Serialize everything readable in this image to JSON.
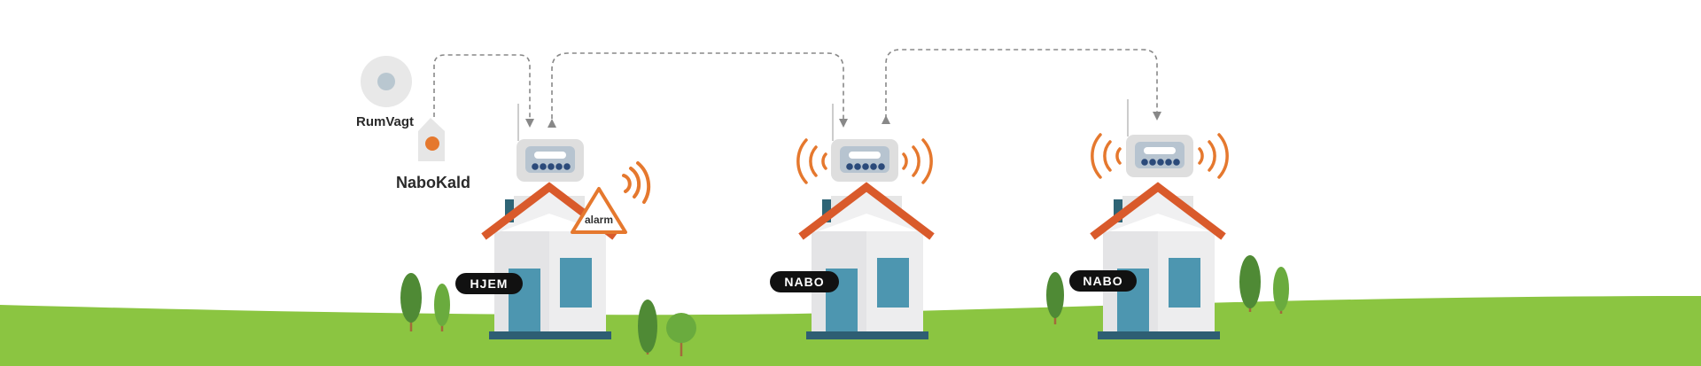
{
  "labels": {
    "rumvagt": "RumVagt",
    "nabokald": "NaboKald",
    "alarm": "alarm",
    "house_home": "HJEM",
    "house_neighbor_1": "NABO",
    "house_neighbor_2": "NABO"
  },
  "colors": {
    "ground": "#8bc541",
    "roof": "#d95a2b",
    "signal": "#e5782e",
    "door_window": "#4d96b0",
    "tree": "#4f8a35",
    "connector": "#888888"
  }
}
